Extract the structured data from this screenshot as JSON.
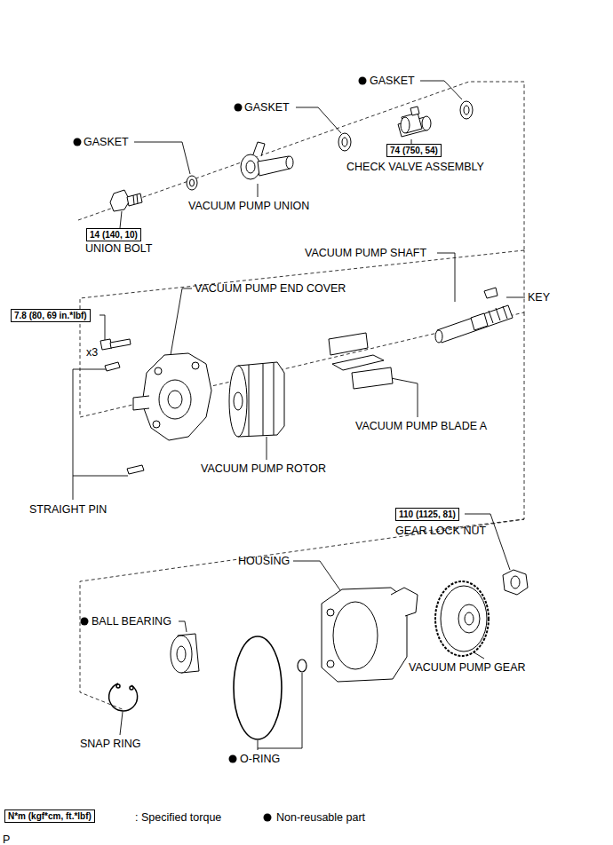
{
  "diagram": {
    "nodes": [
      {
        "text": [
          "74 (750, 54)"
        ]
      },
      {
        "text": [
          "14 (140, 10)"
        ]
      },
      {
        "text": [
          "7.8 (80, 69 in.*lbf)"
        ]
      },
      {
        "text": [
          "110 (1125, 81)"
        ]
      },
      {
        "text": [
          "N*m (kgf*cm, ft.*lbf)"
        ]
      }
    ],
    "labels": [
      "GASKET",
      "GASKET",
      "CHECK VALVE ASSEMBLY",
      "GASKET",
      "VACUUM PUMP UNION",
      "UNION BOLT",
      "VACUUM PUMP SHAFT",
      "VACUUM PUMP END COVER",
      "KEY",
      "x3",
      "VACUUM PUMP BLADE A",
      "VACUUM PUMP ROTOR",
      "STRAIGHT PIN",
      "GEAR LOCK NUT",
      "HOUSING",
      "BALL BEARING",
      "VACUUM PUMP GEAR",
      "SNAP RING",
      "O-RING",
      "P"
    ],
    "legend": [
      {
        "text": ": Specified torque"
      },
      {
        "text": "Non-reusable part"
      }
    ]
  }
}
